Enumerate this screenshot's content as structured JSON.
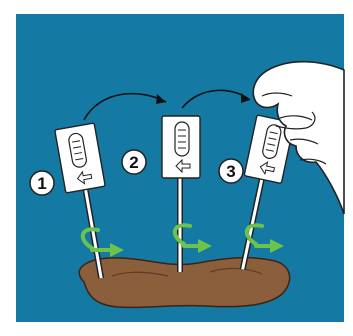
{
  "steps": [
    {
      "number": "1"
    },
    {
      "number": "2"
    },
    {
      "number": "3"
    }
  ],
  "colors": {
    "background": "#1479a3",
    "soil": "#8b5e3c",
    "rotation_arrow": "#6cc24a",
    "outline": "#222222",
    "device_body": "#ffffff"
  },
  "icons": [
    "sampler-device",
    "soil-mound",
    "rotation-arrow",
    "transfer-arrow",
    "hand"
  ]
}
